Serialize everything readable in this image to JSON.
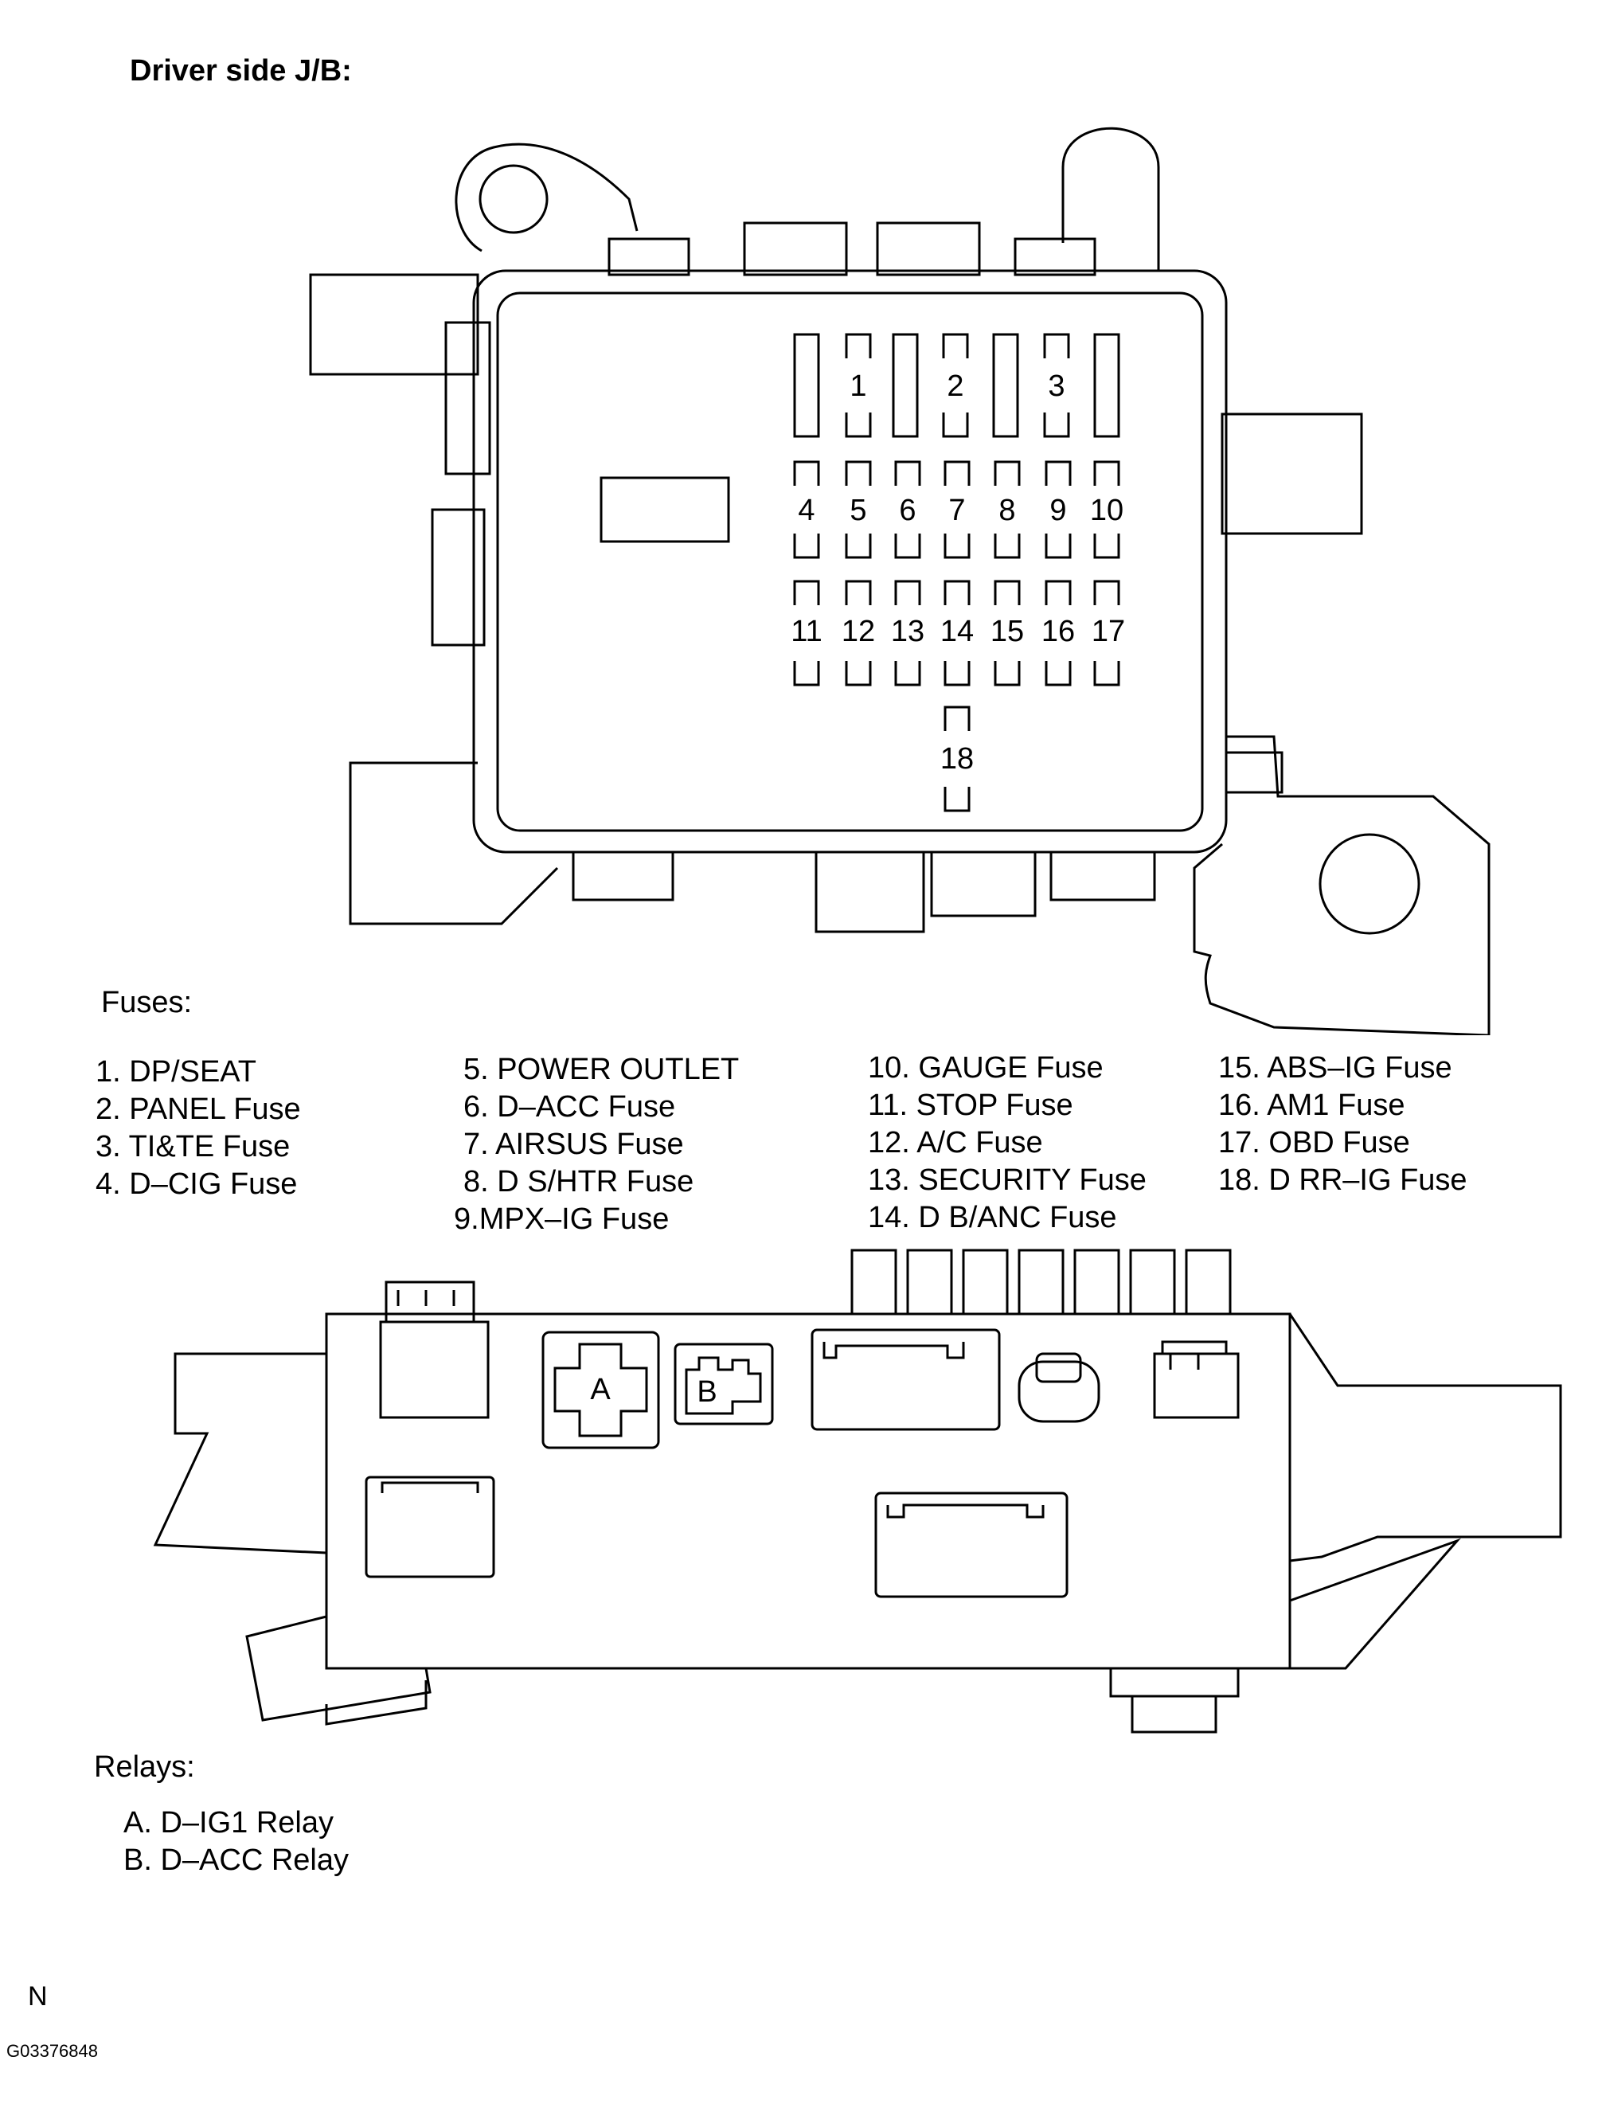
{
  "title": "Driver side J/B:",
  "fuses_header": "Fuses:",
  "fuse_numbers": [
    "1",
    "2",
    "3",
    "4",
    "5",
    "6",
    "7",
    "8",
    "9",
    "10",
    "11",
    "12",
    "13",
    "14",
    "15",
    "16",
    "17",
    "18"
  ],
  "fuses": [
    "1. DP/SEAT",
    "2. PANEL Fuse",
    "3. TI&TE Fuse",
    "4. D–CIG Fuse",
    "5. POWER OUTLET",
    "6. D–ACC Fuse",
    "7. AIRSUS Fuse",
    "8. D S/HTR Fuse",
    "9.MPX–IG Fuse",
    "10. GAUGE Fuse",
    "11. STOP Fuse",
    "12. A/C Fuse",
    "13. SECURITY Fuse",
    "14. D B/ANC Fuse",
    "15. ABS–IG Fuse",
    "16. AM1 Fuse",
    "17. OBD Fuse",
    "18. D RR–IG Fuse"
  ],
  "relay_letters": [
    "A",
    "B"
  ],
  "relays_header": "Relays:",
  "relays": [
    "A. D–IG1 Relay",
    "B. D–ACC Relay"
  ],
  "orientation_mark": "N",
  "figure_code": "G03376848"
}
